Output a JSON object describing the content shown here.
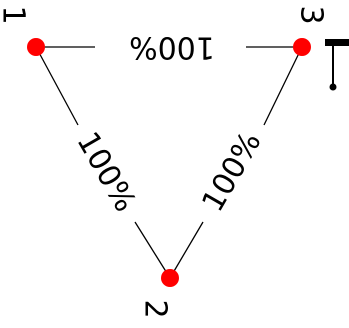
{
  "colors": {
    "node": "#ff0000",
    "edge": "#000000",
    "background": "#ffffff"
  },
  "nodes": [
    {
      "id": "1",
      "label": "1"
    },
    {
      "id": "2",
      "label": "2"
    },
    {
      "id": "3",
      "label": "3"
    }
  ],
  "edges": [
    {
      "from": "1",
      "to": "3",
      "label": "100%"
    },
    {
      "from": "1",
      "to": "2",
      "label": "100%"
    },
    {
      "from": "2",
      "to": "3",
      "label": "100%"
    }
  ],
  "marker": {
    "icon": "switch-symbol-icon"
  }
}
